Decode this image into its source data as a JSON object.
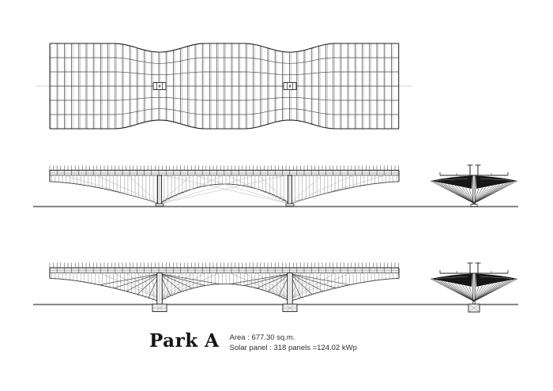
{
  "title": {
    "text": "Park A"
  },
  "specs": {
    "area": "Area : 677.30 sq.m.",
    "solar": "Solar panel : 318 panels =124.02 kWp"
  },
  "colors": {
    "background": "#ffffff",
    "ink": "#1f1f1f",
    "line": "#4a4a4a",
    "light_line": "#9a9a9a",
    "faint": "#c8c8c8",
    "fill_light": "#e9e9e9",
    "fill_footing": "#ededed",
    "ground": "#707070",
    "wing_fill": "#161616",
    "cable": "#b5b5b5"
  }
}
